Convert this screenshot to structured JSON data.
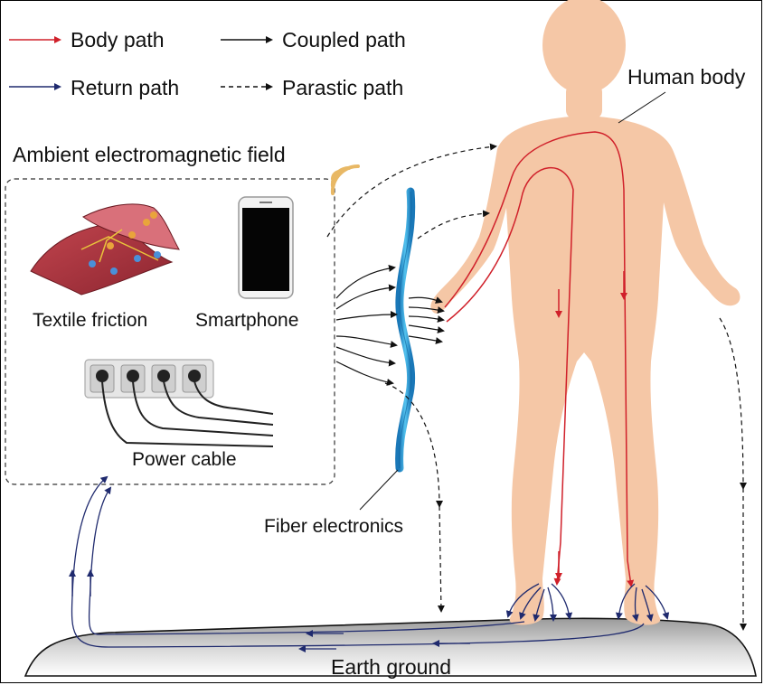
{
  "legend": {
    "body_path": "Body path",
    "coupled_path": "Coupled path",
    "return_path": "Return path",
    "parasitic_path": "Parastic path"
  },
  "labels": {
    "human_body": "Human body",
    "ambient_field": "Ambient electromagnetic field",
    "textile_friction": "Textile friction",
    "smartphone": "Smartphone",
    "power_cable": "Power cable",
    "fiber_electronics": "Fiber electronics",
    "earth_ground": "Earth ground"
  },
  "colors": {
    "body_path": "#d0202a",
    "return_path": "#1f2a6e",
    "coupled_path": "#111111",
    "skin": "#f5c7a6",
    "fiber": "#2aa3d8",
    "wifi": "#e8b865"
  }
}
